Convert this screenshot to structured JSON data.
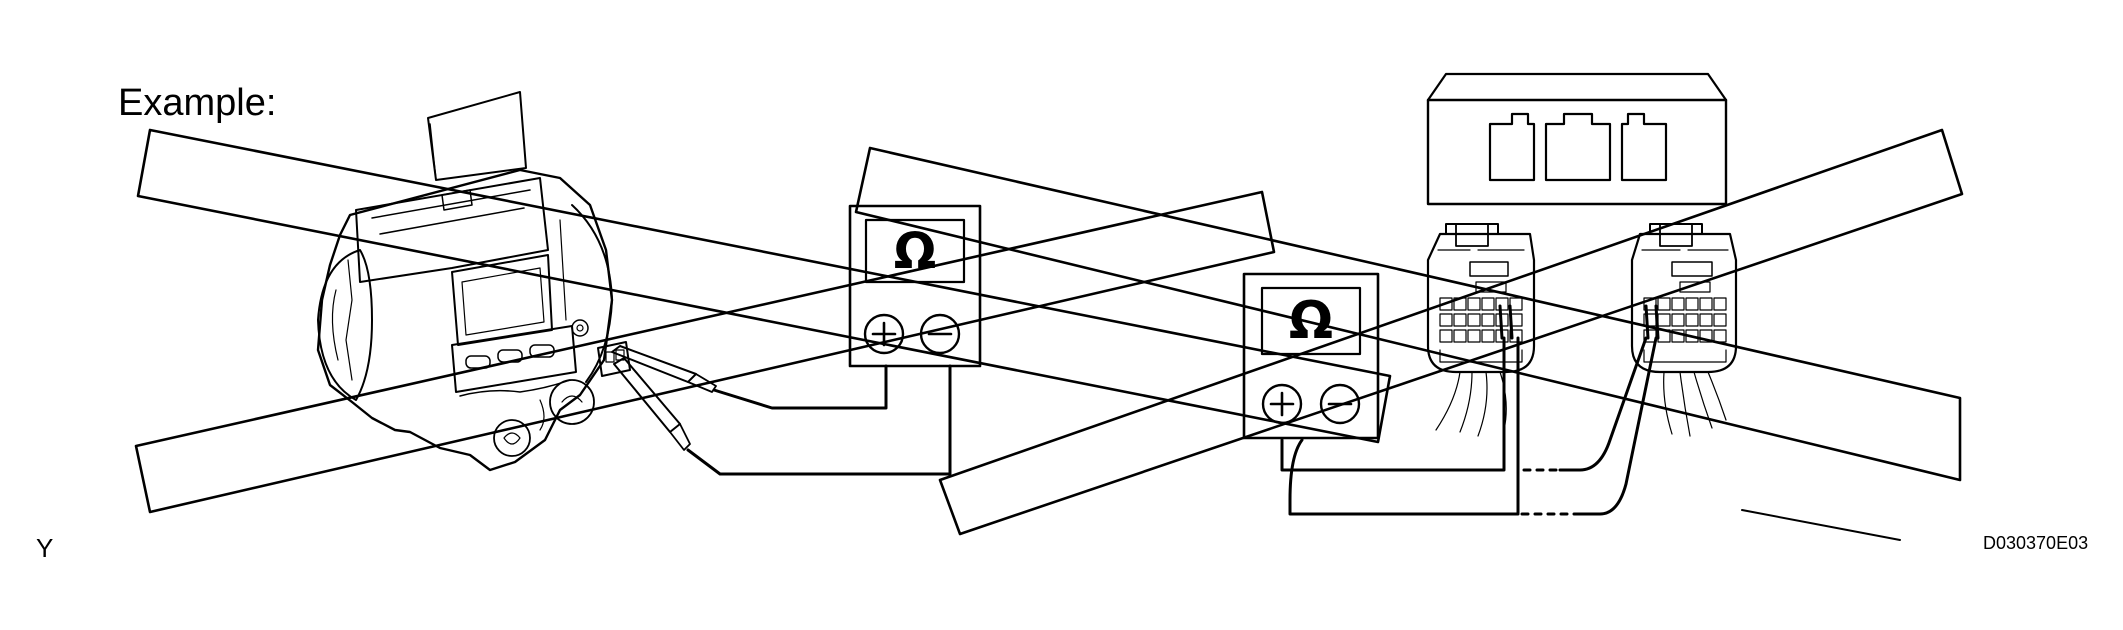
{
  "labels": {
    "example": "Example:",
    "corner_code": "Y",
    "figure_id": "D030370E03"
  },
  "meters": {
    "symbol": "Ω",
    "plus": "+",
    "minus": "−"
  },
  "colors": {
    "line": "#000000",
    "background": "#ffffff"
  },
  "icons": {
    "meter": "ohmmeter-icon",
    "cross": "prohibited-cross-icon"
  }
}
